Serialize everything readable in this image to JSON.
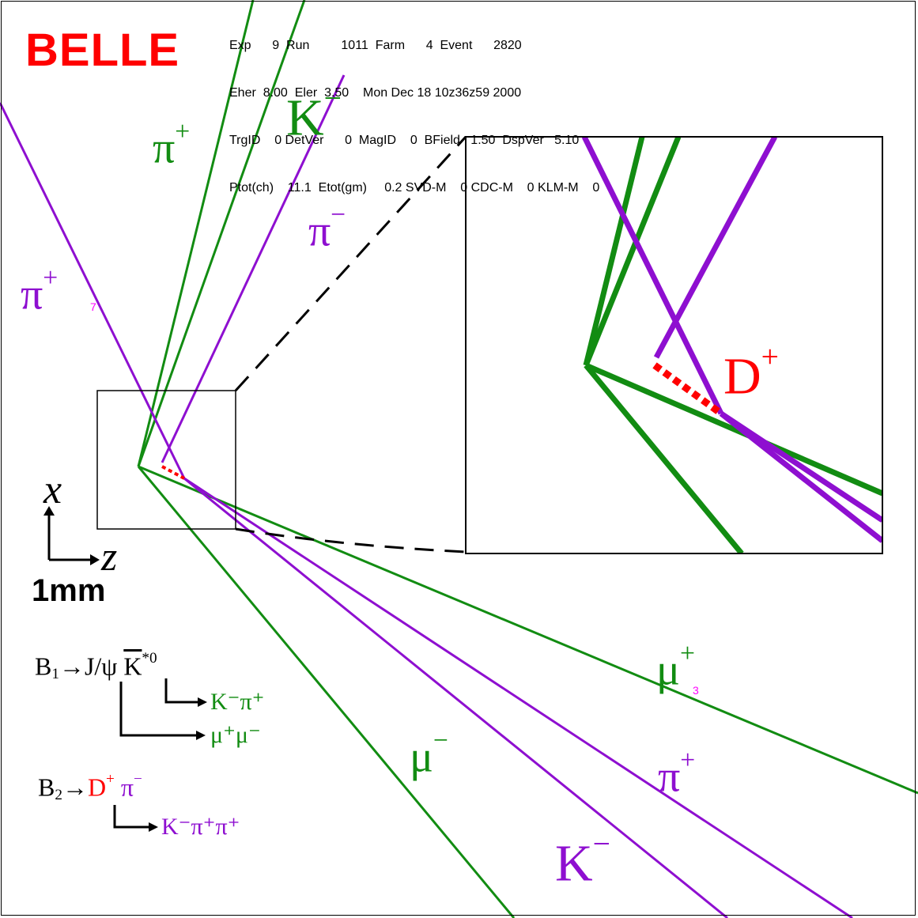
{
  "experiment": "BELLE",
  "header": {
    "line1": "Exp      9  Run         1011  Farm      4  Event      2820",
    "line2": "Eher  8.00  Eler  3.50    Mon Dec 18 10z36z59 2000",
    "line3": "TrgID    0 DetVer      0  MagID    0  BField   1.50  DspVer   5.10",
    "line4": "Ptot(ch)    11.1  Etot(gm)     0.2 SVD-M    0 CDC-M    0 KLM-M    0"
  },
  "axes": {
    "x": "x",
    "z": "z",
    "scale": "1mm"
  },
  "track_labels": [
    {
      "particle": "π",
      "charge": "+",
      "color": "#128c12"
    },
    {
      "particle": "K",
      "charge": "−",
      "color": "#128c12"
    },
    {
      "particle": "π",
      "charge": "−",
      "color": "#8e0fd0"
    },
    {
      "particle": "π",
      "charge": "+",
      "color": "#8e0fd0"
    },
    {
      "particle": "μ",
      "charge": "+",
      "color": "#128c12"
    },
    {
      "particle": "μ",
      "charge": "−",
      "color": "#128c12"
    },
    {
      "particle": "π",
      "charge": "+",
      "color": "#8e0fd0"
    },
    {
      "particle": "K",
      "charge": "−",
      "color": "#8e0fd0"
    }
  ],
  "inset_label": {
    "particle": "D",
    "charge": "+",
    "color": "#ff0000"
  },
  "small_marks": [
    "7",
    "3"
  ],
  "decays": {
    "b1": {
      "parent": "B",
      "index": "1",
      "arrow": "→",
      "jpsi": "J/ψ",
      "kstar": "K",
      "kstar_sup": "*0",
      "k_products": "K⁻π⁺",
      "mu_products": "μ⁺μ⁻"
    },
    "b2": {
      "parent": "B",
      "index": "2",
      "arrow": "→",
      "d": "D",
      "d_sup": "+",
      "pi": " π",
      "pi_sup": "−",
      "d_products": "K⁻π⁺π⁺"
    }
  },
  "colors": {
    "green": "#128c12",
    "purple": "#8e0fd0",
    "red": "#ff0000",
    "black": "#000000"
  }
}
